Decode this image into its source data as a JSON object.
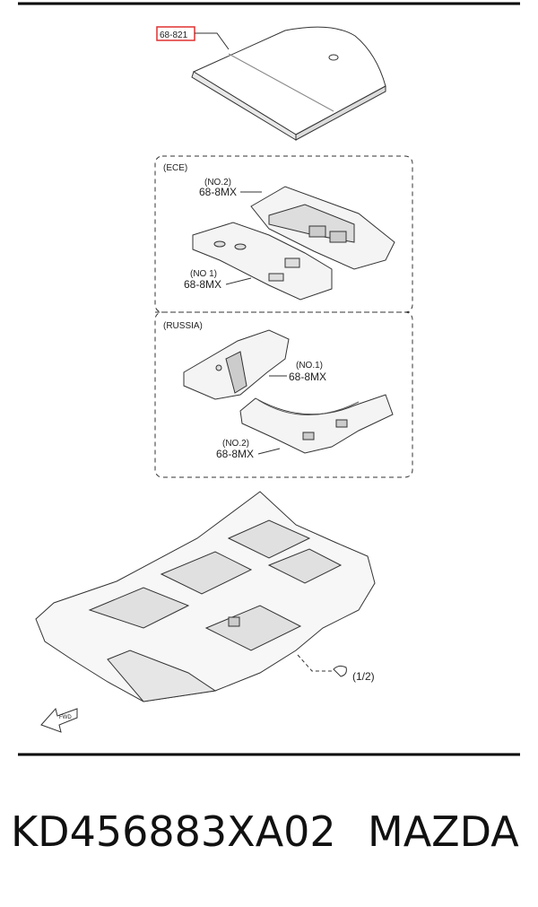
{
  "diagram": {
    "top_part_ref": "68-821",
    "ece": {
      "region": "(ECE)",
      "no2_tag": "(NO.2)",
      "no2_code": "68-8MX",
      "no1_tag": "(NO 1)",
      "no1_code": "68-8MX"
    },
    "russia": {
      "region": "(RUSSIA)",
      "no1_tag": "(NO.1)",
      "no1_code": "68-8MX",
      "no2_tag": "(NO.2)",
      "no2_code": "68-8MX"
    },
    "floor_ref": "(1/2)",
    "fwd_label": "FWD"
  },
  "caption": {
    "part_number": "KD456883XA02",
    "brand": "MAZDA"
  },
  "colors": {
    "highlight_box": "#e03030",
    "line": "#333333"
  }
}
